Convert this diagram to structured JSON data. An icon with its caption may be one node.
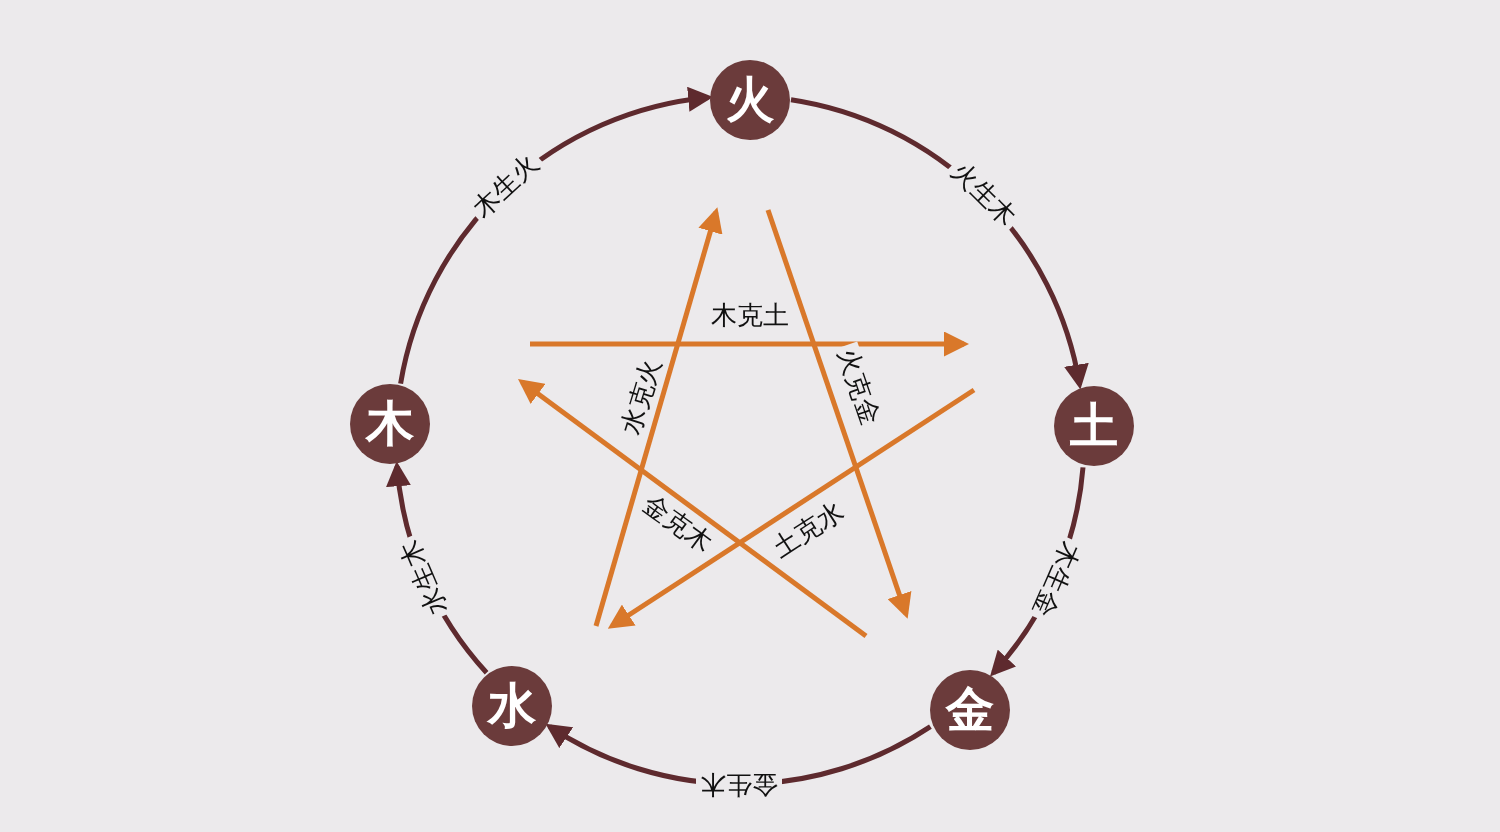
{
  "diagram": {
    "nodes": [
      {
        "text": [
          "火"
        ]
      },
      {
        "text": [
          "土"
        ]
      },
      {
        "text": [
          "金"
        ]
      },
      {
        "text": [
          "水"
        ]
      },
      {
        "text": [
          "木"
        ]
      }
    ],
    "edges": [
      {
        "from": 4,
        "to": 0,
        "arrow": "to",
        "label": "木生火",
        "color": "#5e2a2e"
      },
      {
        "from": 0,
        "to": 1,
        "arrow": "to",
        "label": "火生木",
        "color": "#5e2a2e"
      },
      {
        "from": 1,
        "to": 2,
        "arrow": "to",
        "label": "木生金",
        "color": "#5e2a2e"
      },
      {
        "from": 2,
        "to": 3,
        "arrow": "to",
        "label": "金生木",
        "color": "#5e2a2e"
      },
      {
        "from": 3,
        "to": 4,
        "arrow": "to",
        "label": "水生木",
        "color": "#5e2a2e"
      },
      {
        "from": 4,
        "to": 1,
        "arrow": "to",
        "label": "木克土",
        "color": "#d9782a"
      },
      {
        "from": 3,
        "to": 0,
        "arrow": "to",
        "label": "水克火",
        "color": "#d9782a"
      },
      {
        "from": 0,
        "to": 2,
        "arrow": "to",
        "label": "火克金",
        "color": "#d9782a"
      },
      {
        "from": 1,
        "to": 3,
        "arrow": "to",
        "label": "土克水",
        "color": "#d9782a"
      },
      {
        "from": 2,
        "to": 4,
        "arrow": "to",
        "label": "金克木",
        "color": "#d9782a"
      }
    ]
  }
}
